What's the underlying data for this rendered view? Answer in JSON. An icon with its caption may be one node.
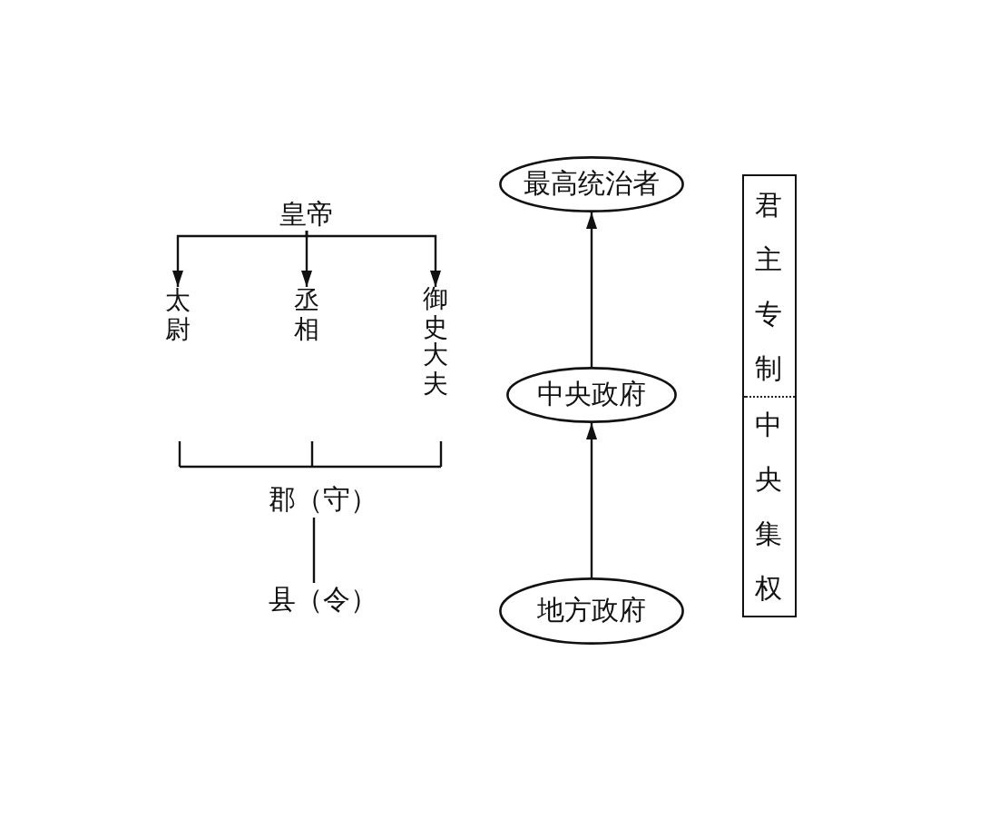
{
  "diagram": {
    "nodes": [
      {
        "text": [
          "皇帝"
        ]
      },
      {
        "text": [
          "太尉"
        ]
      },
      {
        "text": [
          "丞相"
        ]
      },
      {
        "text": [
          "御史大夫"
        ]
      },
      {
        "text": [
          "郡（守）"
        ]
      },
      {
        "text": [
          "县（令）"
        ]
      },
      {
        "text": [
          "最高统治者"
        ]
      },
      {
        "text": [
          "中央政府"
        ]
      },
      {
        "text": [
          "地方政府"
        ]
      },
      {
        "text": [
          "君主专制",
          "中央集权"
        ]
      }
    ],
    "edges": [
      {
        "from": 0,
        "to": 1,
        "arrow": "to"
      },
      {
        "from": 0,
        "to": 2,
        "arrow": "to"
      },
      {
        "from": 0,
        "to": 3,
        "arrow": "to"
      },
      {
        "from": 4,
        "to": 5,
        "arrow": "none"
      },
      {
        "from": 8,
        "to": 7,
        "arrow": "to"
      },
      {
        "from": 7,
        "to": 6,
        "arrow": "to"
      }
    ]
  }
}
